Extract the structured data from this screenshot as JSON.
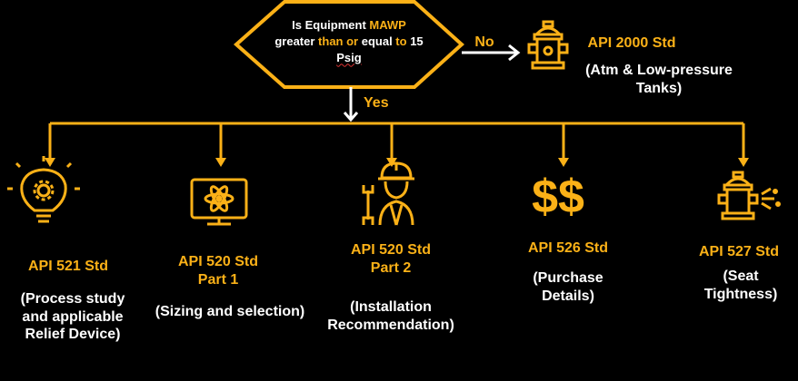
{
  "decision": {
    "parts": [
      "Is Equipment ",
      "MAWP",
      "greater ",
      "than or",
      " equal ",
      "to",
      " 15",
      "Psig"
    ]
  },
  "no_label": "No",
  "yes_label": "Yes",
  "no_branch": {
    "title": "API 2000 Std",
    "desc1": "(Atm & Low-pressure",
    "desc2": "Tanks)",
    "icon": "fire-hydrant-icon"
  },
  "branches": [
    {
      "title": "API 521 Std",
      "desc1": "(Process study",
      "desc2": "and applicable",
      "desc3": "Relief Device)",
      "icon": "lightbulb-gear-icon"
    },
    {
      "title": "API 520 Std",
      "sub": "Part 1",
      "desc1": "(Sizing and selection)",
      "icon": "monitor-atom-icon"
    },
    {
      "title": "API 520 Std",
      "sub": "Part 2",
      "desc1": "(Installation",
      "desc2": "Recommendation)",
      "icon": "engineer-wrench-icon"
    },
    {
      "title": "API 526 Std",
      "desc1": "(Purchase",
      "desc2": "Details)",
      "icon": "dollar-signs-icon"
    },
    {
      "title": "API 527 Std",
      "desc1": "(Seat",
      "desc2": "Tightness)",
      "icon": "hydrant-spray-icon"
    }
  ],
  "colors": {
    "accent": "#fbb117",
    "background": "#000000",
    "text": "#ffffff"
  }
}
